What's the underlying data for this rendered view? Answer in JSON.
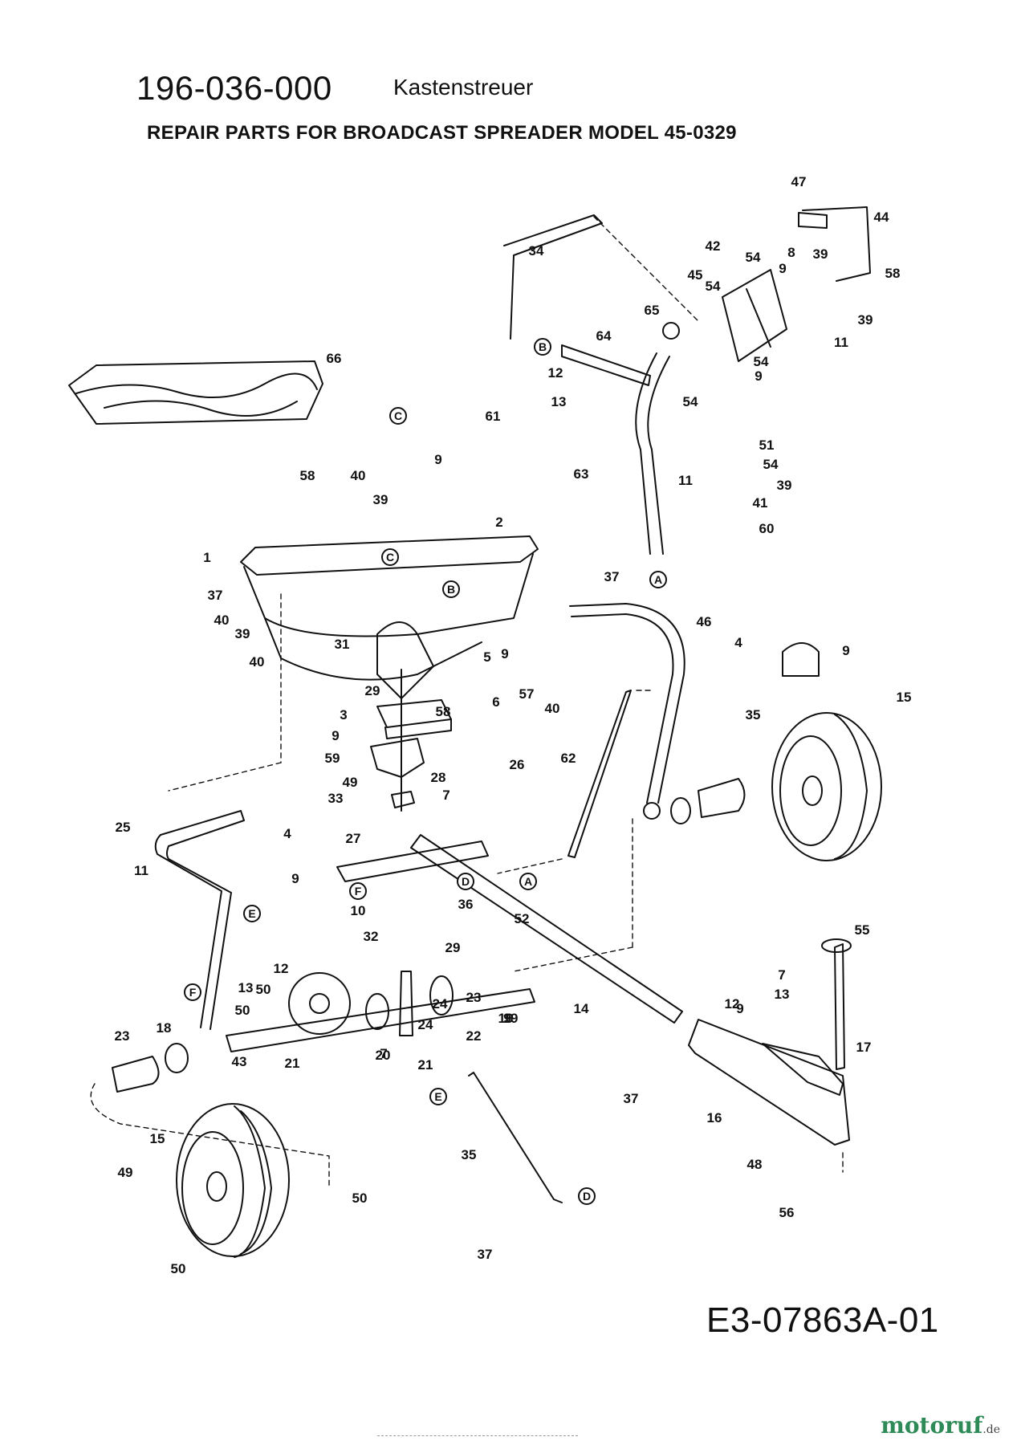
{
  "header": {
    "part_number": "196-036-000",
    "subtitle": "Kastenstreuer",
    "title": "REPAIR PARTS FOR BROADCAST SPREADER MODEL 45-0329"
  },
  "footer": {
    "drawing_code": "E3-07863A-01",
    "watermark_main": "motoruf",
    "watermark_suffix": ".de"
  },
  "colors": {
    "ink": "#111111",
    "watermark_green": "#2e8b57",
    "watermark_orange": "#e07a1f"
  },
  "part_labels": [
    "47",
    "44",
    "34",
    "42",
    "54",
    "8",
    "39",
    "58",
    "45",
    "54",
    "9",
    "39",
    "65",
    "11",
    "54",
    "64",
    "12",
    "13",
    "54",
    "9",
    "66",
    "61",
    "9",
    "63",
    "51",
    "54",
    "39",
    "11",
    "41",
    "60",
    "58",
    "40",
    "39",
    "2",
    "1",
    "37",
    "40",
    "39",
    "40",
    "31",
    "29",
    "5",
    "9",
    "3",
    "58",
    "6",
    "57",
    "40",
    "9",
    "59",
    "26",
    "46",
    "4",
    "37",
    "9",
    "62",
    "35",
    "15",
    "49",
    "28",
    "7",
    "33",
    "27",
    "25",
    "4",
    "11",
    "9",
    "10",
    "36",
    "32",
    "29",
    "52",
    "12",
    "13",
    "23",
    "24",
    "50",
    "50",
    "9",
    "7",
    "19",
    "12",
    "13",
    "24",
    "23",
    "18",
    "43",
    "21",
    "20",
    "21",
    "22",
    "19",
    "14",
    "55",
    "7",
    "9",
    "17",
    "37",
    "16",
    "15",
    "49",
    "50",
    "50",
    "35",
    "48",
    "56",
    "37"
  ],
  "callouts": [
    "B",
    "C",
    "C",
    "B",
    "A",
    "D",
    "A",
    "F",
    "E",
    "F",
    "E",
    "D"
  ]
}
